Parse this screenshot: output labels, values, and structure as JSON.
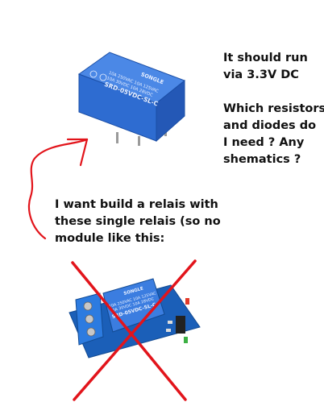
{
  "notes": {
    "voltage": "It should run\nvia 3.3V DC",
    "question": "Which resistors\nand diodes do\nI need ? Any\nshematics ?",
    "intent": "I want build a relais with\nthese single relais (so no\nmodule like this:"
  },
  "relay_label": {
    "brand": "SONGLE",
    "ratings": "10A 250VAC 10A 125VAC\n10A 30VDC 10A 28VDC",
    "model": "SRD-05VDC-SL-C"
  },
  "module_label": {
    "brand": "SONGLE",
    "ratings": "10A 250VAC 10A 125VAC\n10A 30VDC 10A 28VDC",
    "model": "SRD-05VDC-SL-C"
  },
  "colors": {
    "relay_blue": "#2f6fd0",
    "pcb_blue": "#1b5fb8",
    "annotation_red": "#e2141b",
    "text": "#111111"
  }
}
